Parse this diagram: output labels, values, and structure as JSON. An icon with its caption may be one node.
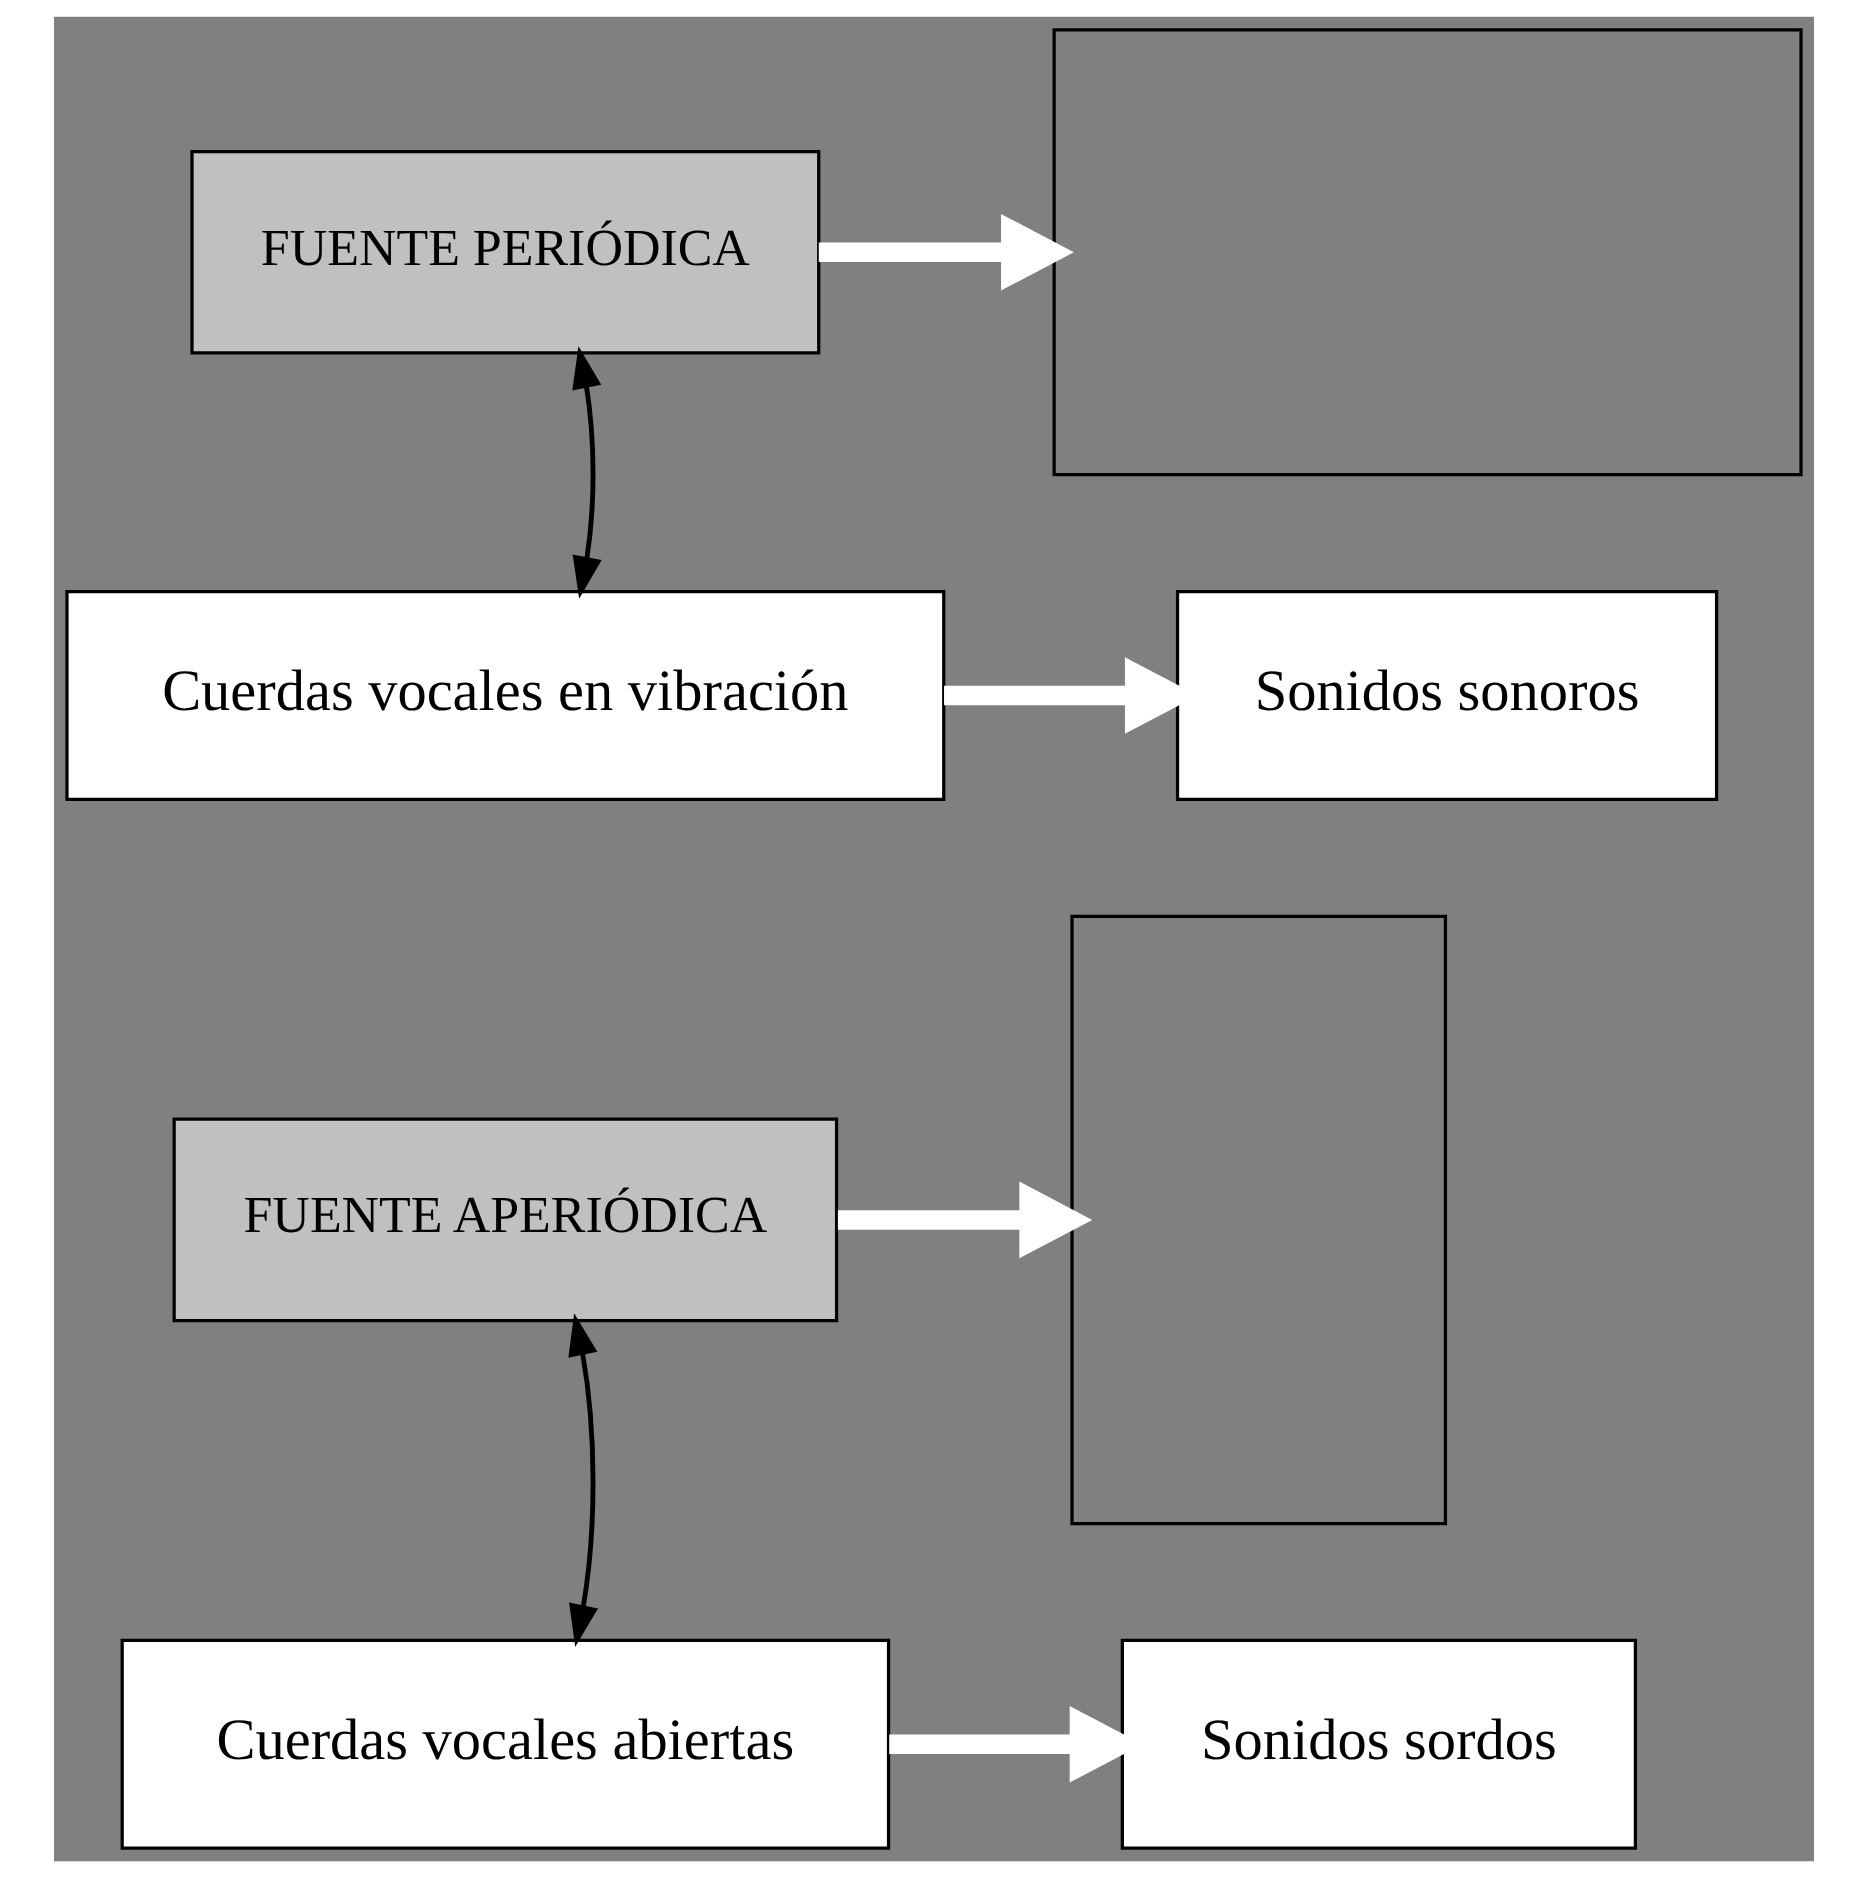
{
  "diagram": {
    "nodes": [
      {
        "text": [
          "FUENTE PERIÓDICA"
        ]
      },
      {
        "text": [],
        "shape": "box"
      },
      {
        "text": [
          "Cuerdas vocales en vibración"
        ]
      },
      {
        "text": [
          "Sonidos sonoros"
        ]
      },
      {
        "text": [
          "FUENTE APERIÓDICA"
        ]
      },
      {
        "text": [],
        "shape": "box"
      },
      {
        "text": [
          "Cuerdas vocales abiertas"
        ]
      },
      {
        "text": [
          "Sonidos sordos"
        ]
      }
    ],
    "edges": [
      {
        "from": 0,
        "to": 1,
        "arrow": "to"
      },
      {
        "from": 0,
        "to": 2,
        "arrow": "both",
        "color": "#000000"
      },
      {
        "from": 2,
        "to": 3,
        "arrow": "to"
      },
      {
        "from": 4,
        "to": 5,
        "arrow": "to"
      },
      {
        "from": 4,
        "to": 6,
        "arrow": "both",
        "color": "#000000"
      },
      {
        "from": 6,
        "to": 7,
        "arrow": "to"
      }
    ]
  }
}
